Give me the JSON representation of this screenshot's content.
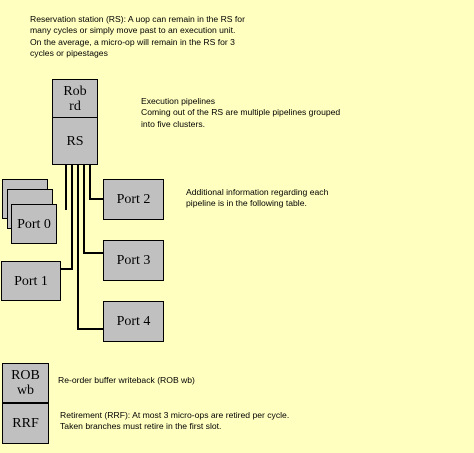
{
  "notes": {
    "rs": [
      "Reservation station (RS): A uop can remain in the RS for",
      "many cycles or simply move past to an execution unit.",
      "On the average, a micro-op will remain in the RS for 3",
      "cycles or pipestages"
    ],
    "execution": [
      "Execution pipelines",
      "Coming out of the RS are multiple pipelines grouped",
      "into five clusters."
    ],
    "additional": [
      "Additional information regarding each",
      "pipeline is in the following table."
    ],
    "rob_wb": "Re-order buffer writeback  (ROB wb)",
    "retirement": [
      "Retirement (RRF): At most  3 micro-ops are retired per cycle.",
      "Taken branches must retire in the first slot."
    ]
  },
  "blocks": {
    "rob_rd": [
      "Rob",
      "rd"
    ],
    "rs": "RS",
    "port0": "Port 0",
    "port1": "Port 1",
    "port2": "Port 2",
    "port3": "Port 3",
    "port4": "Port 4",
    "rob_wb": [
      "ROB",
      "wb"
    ],
    "rrf": "RRF"
  },
  "colors": {
    "background": "#ffffc0",
    "block_fill": "#c0c0c0",
    "line": "#000000"
  }
}
